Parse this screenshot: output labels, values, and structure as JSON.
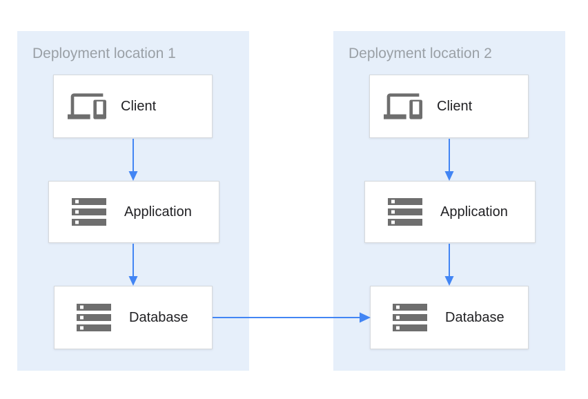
{
  "diagram": {
    "type": "architecture-diagram",
    "colors": {
      "panel_background": "#e6effa",
      "box_background": "#ffffff",
      "box_border": "#d5d8dc",
      "arrow": "#4285f4",
      "icon": "#6e6e6e",
      "title_text": "#9aa0a6",
      "label_text": "#212124",
      "page_background": "#ffffff"
    },
    "locations": [
      {
        "title": "Deployment location 1",
        "nodes": [
          {
            "label": "Client",
            "icon": "devices-icon"
          },
          {
            "label": "Application",
            "icon": "storage-icon"
          },
          {
            "label": "Database",
            "icon": "storage-icon"
          }
        ]
      },
      {
        "title": "Deployment location 2",
        "nodes": [
          {
            "label": "Client",
            "icon": "devices-icon"
          },
          {
            "label": "Application",
            "icon": "storage-icon"
          },
          {
            "label": "Database",
            "icon": "storage-icon"
          }
        ]
      }
    ],
    "connections": [
      {
        "from": "location-1-client",
        "to": "location-1-application"
      },
      {
        "from": "location-1-application",
        "to": "location-1-database"
      },
      {
        "from": "location-2-client",
        "to": "location-2-application"
      },
      {
        "from": "location-2-application",
        "to": "location-2-database"
      },
      {
        "from": "location-1-database",
        "to": "location-2-database"
      }
    ]
  }
}
